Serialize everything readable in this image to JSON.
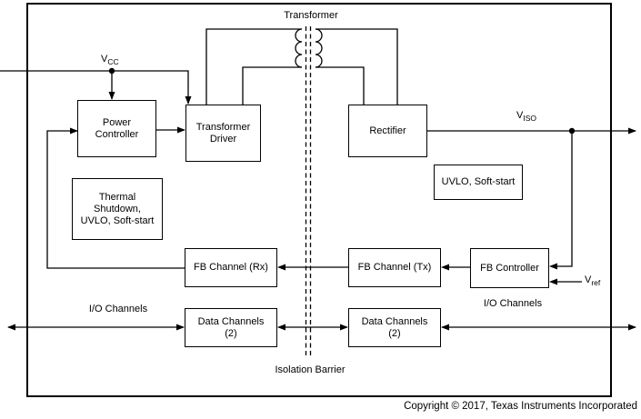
{
  "diagram": {
    "blocks": {
      "power_controller": "Power\nController",
      "transformer_driver": "Transformer\nDriver",
      "thermal_shutdown": "Thermal\nShutdown,\nUVLO, Soft-start",
      "rectifier": "Rectifier",
      "uvlo_softstart": "UVLO, Soft-start",
      "fb_channel_rx": "FB Channel (Rx)",
      "fb_channel_tx": "FB Channel (Tx)",
      "fb_controller": "FB Controller",
      "data_channels_left": "Data Channels\n(2)",
      "data_channels_right": "Data Channels\n(2)"
    },
    "labels": {
      "transformer": "Transformer",
      "isolation_barrier": "Isolation Barrier",
      "io_channels_left": "I/O Channels",
      "io_channels_right": "I/O Channels",
      "vcc": {
        "main": "V",
        "sub": "CC"
      },
      "viso": {
        "main": "V",
        "sub": "ISO"
      },
      "vref": {
        "main": "V",
        "sub": "ref"
      }
    },
    "footer": {
      "copyright": "Copyright © 2017, Texas Instruments Incorporated"
    },
    "colors": {
      "line": "#000000",
      "background": "#ffffff"
    }
  }
}
